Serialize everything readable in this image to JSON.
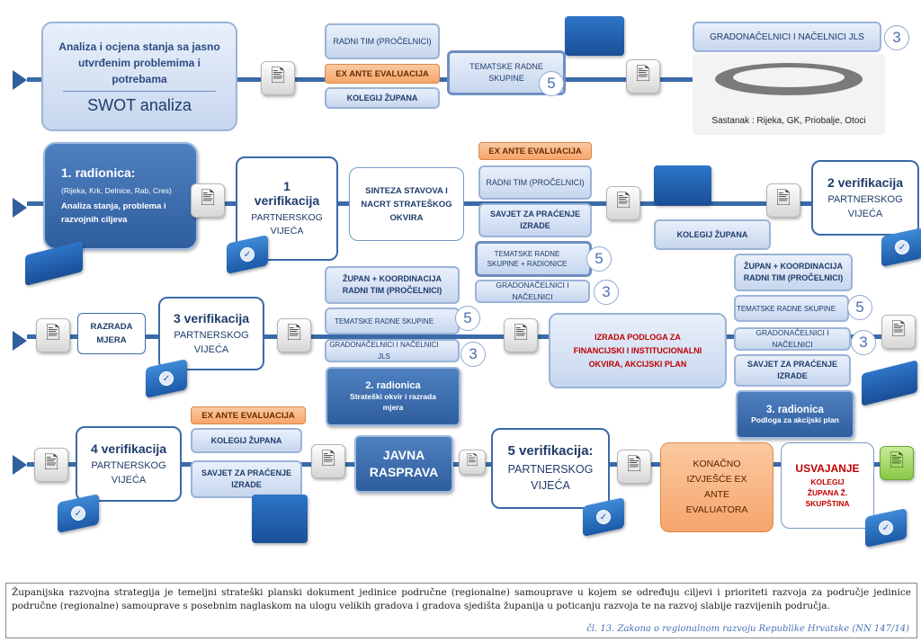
{
  "row1": {
    "analysis_title": "Analiza i ocjena stanja sa jasno utvrđenim problemima i potrebama",
    "swot": "SWOT analiza",
    "radni_tim": "RADNI TIM (PROČELNICI)",
    "ex_ante": "EX ANTE EVALUACIJA",
    "kolegij": "KOLEGIJ ŽUPANA",
    "tematske": "TEMATSKE RADNE SKUPINE",
    "tematske_num": "5",
    "gradonacelnici": "GRADONAČELNICI I NAČELNICI JLS",
    "gradonacelnici_num": "3",
    "sastanak": "Sastanak : Rijeka, GK, Priobalje, Otoci"
  },
  "row2": {
    "radionica_title": "1. radionica:",
    "radionica_places": "(Rijeka, Krk, Delnice, Rab, Cres)",
    "radionica_desc": "Analiza stanja, problema i razvojnih ciljeva",
    "verif1_num": "1",
    "verif1_title": "verifikacija",
    "verif1_sub": "PARTNERSKOG VIJEĆA",
    "sinteza": "SINTEZA STAVOVA I NACRT STRATEŠKOG OKVIRA",
    "ex_ante": "EX ANTE EVALUACIJA",
    "radni_tim": "RADNI TIM (PROČELNICI)",
    "savjet": "SAVJET ZA PRAĆENJE IZRADE",
    "tematske_radionice": "TEMATSKE RADNE SKUPINE + RADIONICE",
    "tematske_num": "5",
    "gradonacelnici": "GRADONAČELNICI I NAČELNICI",
    "gradonacelnici_num": "3",
    "kolegij": "KOLEGIJ ŽUPANA",
    "verif2_title": "2 verifikacija",
    "verif2_sub": "PARTNERSKOG VIJEĆA"
  },
  "row3": {
    "razrada": "RAZRADA MJERA",
    "verif3_title": "3 verifikacija",
    "verif3_sub": "PARTNERSKOG VIJEĆA",
    "zupan_koord": "ŽUPAN + KOORDINACIJA RADNI TIM (PROČELNICI)",
    "tematske": "TEMATSKE RADNE SKUPINE",
    "tematske_num": "5",
    "gradonacelnici": "GRADONAČELNICI I NAČELNICI JLS",
    "gradonacelnici_num": "3",
    "radionica2_title": "2. radionica",
    "radionica2_desc": "Strateški okvir i razrada mjera",
    "izrada": "IZRADA PODLOGA ZA FINANCIJSKI I INSTITUCIONALNI OKVIRA, AKCIJSKI PLAN",
    "zupan_koord_r": "ŽUPAN + KOORDINACIJA RADNI TIM (PROČELNICI)",
    "tematske_r": "TEMATSKE RADNE SKUPINE",
    "tematske_r_num": "5",
    "gradonacelnici_r": "GRADONAČELNICI I NAČELNICI",
    "gradonacelnici_r_num": "3",
    "savjet_r": "SAVJET ZA PRAĆENJE IZRADE",
    "radionica3_title": "3. radionica",
    "radionica3_desc": "Podloga za akcijski plan"
  },
  "row4": {
    "verif4_title": "4 verifikacija",
    "verif4_sub": "PARTNERSKOG VIJEĆA",
    "ex_ante": "EX ANTE EVALUACIJA",
    "kolegij": "KOLEGIJ ŽUPANA",
    "savjet": "SAVJET ZA PRAĆENJE IZRADE",
    "javna": "JAVNA RASPRAVA",
    "verif5_title": "5 verifikacija:",
    "verif5_sub": "PARTNERSKOG VIJEĆA",
    "konacno": "KONAČNO IZVJEŠĆE EX ANTE EVALUATORA",
    "usvajanje": "USVAJANJE",
    "usvajanje_sub": "KOLEGIJ ŽUPANA Ž. SKUPŠTINA"
  },
  "footer": {
    "text": "Županijska razvojna strategija je temeljni strateški planski dokument jedinice područne (regionalne) samouprave u kojem se određuju ciljevi i prioriteti razvoja za područje jedinice područne (regionalne) samouprave s posebnim naglaskom na ulogu velikih gradova i gradova sjedišta županija u poticanju razvoja te na razvoj slabije razvijenih područja.",
    "source": "čl. 13. Zakona o regionalnom razvoju Republike Hrvatske (NN 147/14)"
  }
}
